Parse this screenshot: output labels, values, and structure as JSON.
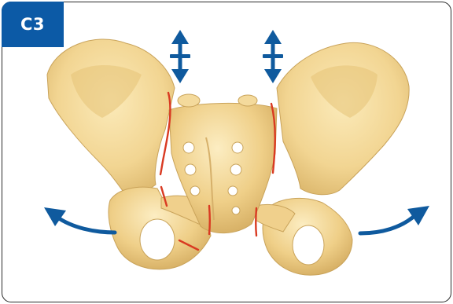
{
  "figure": {
    "panel_label": "C3"
  },
  "colors": {
    "bone_fill": "#f2d592",
    "bone_shade": "#d8b266",
    "bone_highlight": "#fbeab9",
    "bone_outline": "#c9a35a",
    "fracture_line": "#d93a22",
    "arrow": "#0f5a9e",
    "label_bg": "#0c5aa6",
    "label_text": "#ffffff",
    "frame_border": "#2b2b2b"
  },
  "icons": {
    "vertical_arrow_left": "double-headed-vertical-arrow",
    "vertical_arrow_right": "double-headed-vertical-arrow",
    "curved_arrow_left": "curved-arrow-outward-left",
    "curved_arrow_right": "curved-arrow-outward-right"
  }
}
